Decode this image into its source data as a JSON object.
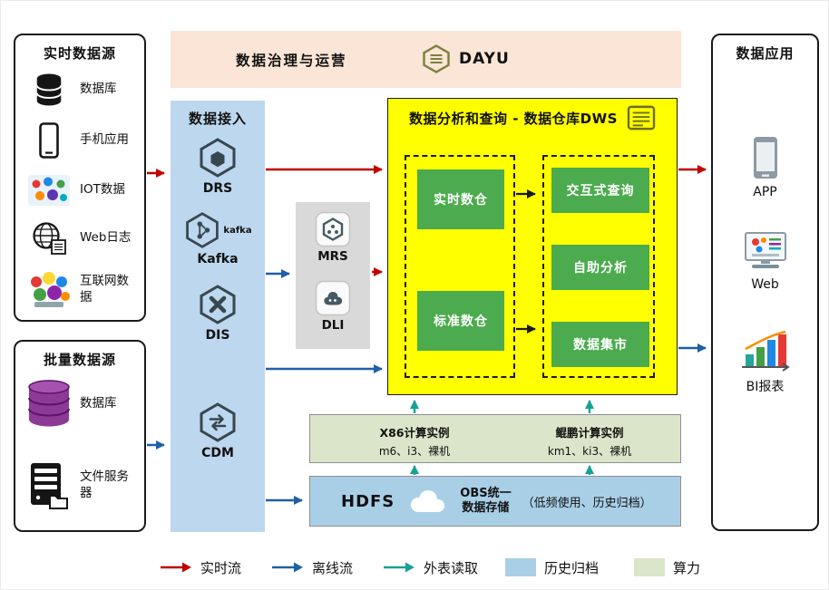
{
  "colors": {
    "realtime": "#c00000",
    "offline": "#1f5fa8",
    "external": "#18a096",
    "gov_bg": "#fbe5d6",
    "access_bg": "#bdd7ee",
    "gray_bg": "#d9d9d9",
    "dws_bg": "#ffff00",
    "green_bg": "#4bab4e",
    "compute_bg": "#dbe5c9",
    "archive_bg": "#a9cfe7"
  },
  "governance": {
    "title": "数据治理与运营",
    "logo": "DAYU"
  },
  "sources_realtime": {
    "title": "实时数据源",
    "items": [
      {
        "label": "数据库",
        "icon": "database-icon"
      },
      {
        "label": "手机应用",
        "icon": "phone-icon"
      },
      {
        "label": "IOT数据",
        "icon": "iot-icon"
      },
      {
        "label": "Web日志",
        "icon": "web-log-icon"
      },
      {
        "label": "互联网数据",
        "icon": "internet-data-icon"
      }
    ]
  },
  "sources_batch": {
    "title": "批量数据源",
    "items": [
      {
        "label": "数据库",
        "icon": "database-purple-icon"
      },
      {
        "label": "文件服务器",
        "icon": "file-server-icon"
      }
    ]
  },
  "access": {
    "title": "数据接入",
    "kafka_mark": "kafka",
    "items": [
      {
        "label": "DRS",
        "icon": "drs-icon"
      },
      {
        "label": "Kafka",
        "icon": "kafka-icon"
      },
      {
        "label": "DIS",
        "icon": "dis-icon"
      },
      {
        "label": "CDM",
        "icon": "cdm-icon"
      }
    ]
  },
  "middleware": {
    "items": [
      {
        "label": "MRS",
        "icon": "mrs-icon"
      },
      {
        "label": "DLI",
        "icon": "dli-icon"
      }
    ]
  },
  "dws": {
    "title": "数据分析和查询 - 数据仓库DWS",
    "left": [
      {
        "label": "实时数仓"
      },
      {
        "label": "标准数仓"
      }
    ],
    "right": [
      {
        "label": "交互式查询"
      },
      {
        "label": "自助分析"
      },
      {
        "label": "数据集市"
      }
    ]
  },
  "compute": {
    "x86_line1": "X86计算实例",
    "x86_line2": "m6、i3、裸机",
    "kunpeng_line1": "鲲鹏计算实例",
    "kunpeng_line2": "km1、ki3、裸机"
  },
  "storage": {
    "hdfs": "HDFS",
    "obs_line1": "OBS统一",
    "obs_line2": "数据存储",
    "note": "（低频使用、历史归档）"
  },
  "apps": {
    "title": "数据应用",
    "items": [
      {
        "label": "APP",
        "icon": "app-phone-icon"
      },
      {
        "label": "Web",
        "icon": "web-monitor-icon"
      },
      {
        "label": "BI报表",
        "icon": "bi-chart-icon"
      }
    ]
  },
  "legend": {
    "items": [
      {
        "label": "实时流",
        "type": "arrow",
        "color": "#c00000"
      },
      {
        "label": "离线流",
        "type": "arrow",
        "color": "#1f5fa8"
      },
      {
        "label": "外表读取",
        "type": "arrow",
        "color": "#18a096"
      },
      {
        "label": "历史归档",
        "type": "swatch",
        "color": "#a9cfe7"
      },
      {
        "label": "算力",
        "type": "swatch",
        "color": "#dbe5c9"
      }
    ]
  }
}
